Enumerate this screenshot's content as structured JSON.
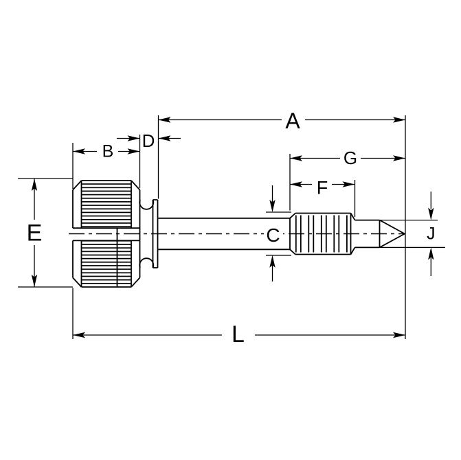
{
  "drawing": {
    "kind": "technical-drawing",
    "subject": "knurled-head captive panel screw, side view with dimension callouts",
    "colors": {
      "line": "#000000",
      "background": "#ffffff"
    }
  },
  "labels": {
    "A": "A",
    "B": "B",
    "C": "C",
    "D": "D",
    "E": "E",
    "F": "F",
    "G": "G",
    "J": "J",
    "L": "L"
  }
}
